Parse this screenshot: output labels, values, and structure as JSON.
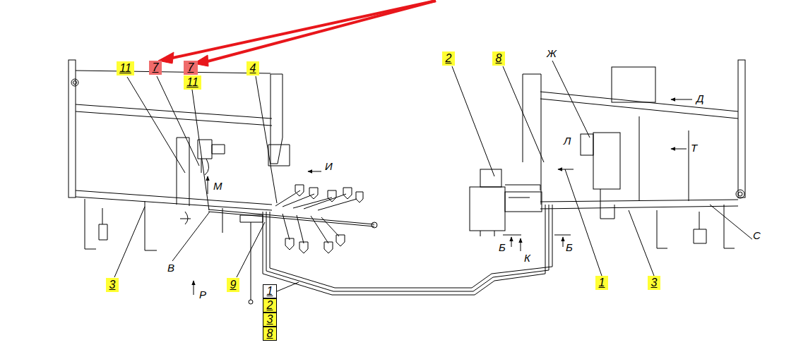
{
  "diagram": {
    "nodes": [
      {
        "text": [
          "11"
        ]
      },
      {
        "text": [
          "7"
        ]
      },
      {
        "text": [
          "7"
        ]
      },
      {
        "text": [
          "11"
        ]
      },
      {
        "text": [
          "4"
        ]
      },
      {
        "text": [
          "2"
        ]
      },
      {
        "text": [
          "8"
        ]
      },
      {
        "text": [
          "3"
        ]
      },
      {
        "text": [
          "9"
        ]
      },
      {
        "text": [
          "1"
        ]
      },
      {
        "text": [
          "2"
        ]
      },
      {
        "text": [
          "3"
        ]
      },
      {
        "text": [
          "8"
        ]
      },
      {
        "text": [
          "1"
        ]
      },
      {
        "text": [
          "3"
        ]
      }
    ],
    "edges": [],
    "labels": [
      "Ж",
      "Л",
      "Д",
      "Т",
      "И",
      "М",
      "В",
      "Р",
      "Б",
      "К",
      "Б",
      "С"
    ]
  }
}
